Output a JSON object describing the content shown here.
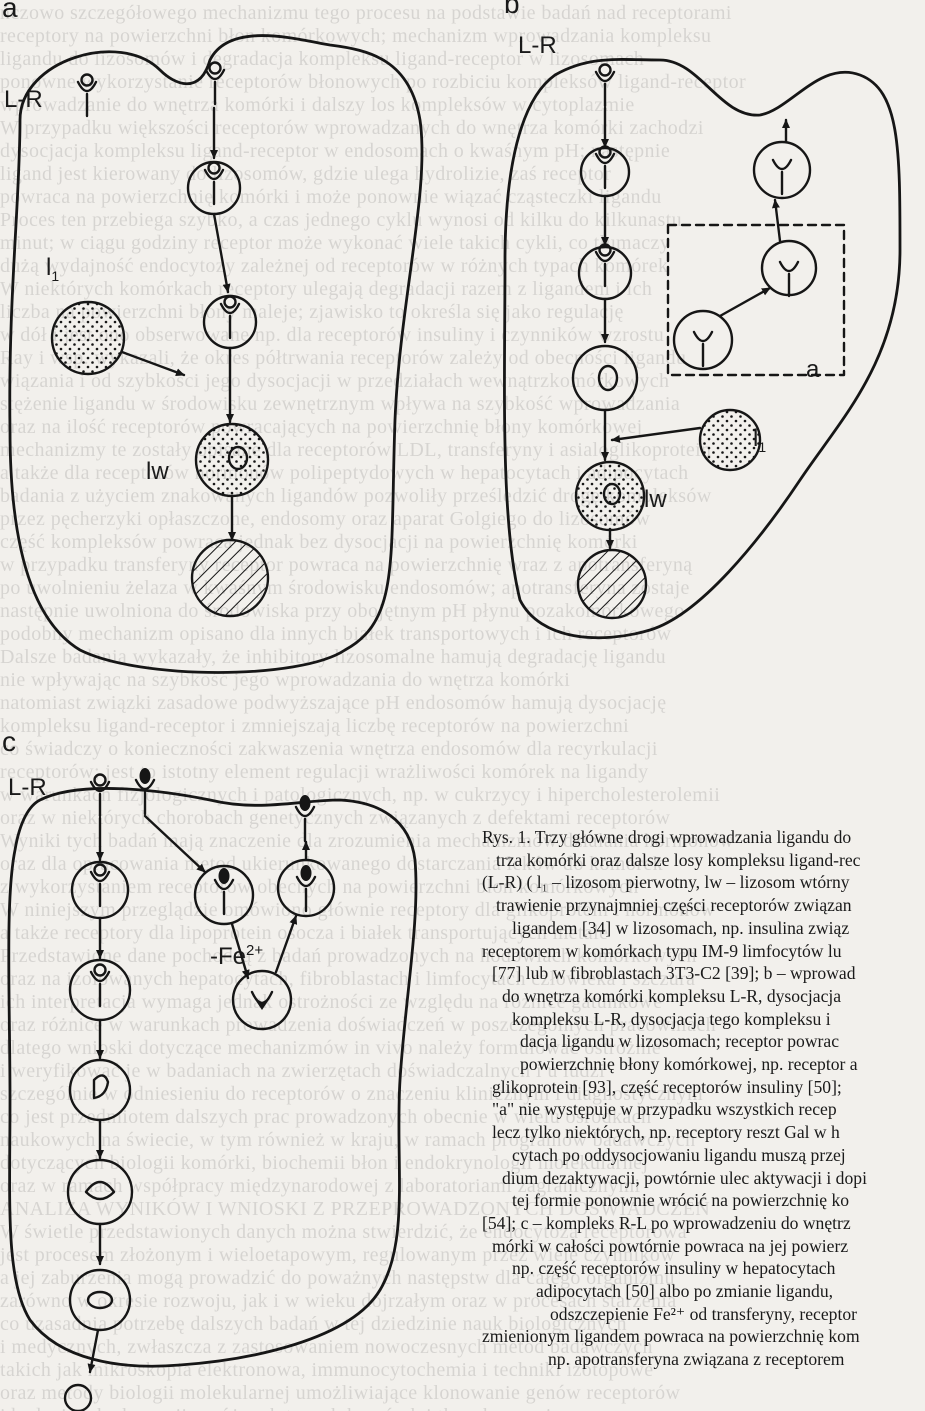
{
  "page": {
    "background_text_lines": [
      "ńczowo szczegółowego mechanizmu tego procesu na podstawie badań nad receptorami",
      "receptory na powierzchni błon komórkowych; mechanizm wprowadzania kompleksu",
      "ligandu do lizosomów i degradacja kompleksu ligand-receptor w lizosomach",
      "ponowne wykorzystanie receptorów błonowych po rozbiciu kompleksów ligand-receptor",
      "wprowadzanie do wnętrza komórki i dalszy los kompleksów w cytoplazmie",
      "W przypadku większości receptorów wprowadzanych do wnętrza komórki zachodzi",
      "dysocjacja kompleksu ligand-receptor w endosomach o kwaśnym pH; następnie",
      "ligand jest kierowany do lizosomów, gdzie ulega hydrolizie, zaś receptor",
      "powraca na powierzchnię komórki i może ponownie wiązać cząsteczki ligandu",
      "Proces ten przebiega szybko, a czas jednego cyklu wynosi od kilku do kilkunastu",
      "minut; w ciągu godziny receptor może wykonać wiele takich cykli, co tłumaczy",
      "dużą wydajność endocytozy zależnej od receptorów w różnych typach komórek",
      "W niektórych komórkach receptory ulegają degradacji razem z ligandem i ich",
      "liczba na powierzchni błony maleje; zjawisko to określa się jako regulację",
      "w dół i jest ono obserwowane np. dla receptorów insuliny i czynników wzrostu",
      "Ray i wsp. wykazali, że okres półtrwania receptorów zależy od obecności ligandu",
      "wiązania i od szybkości jego dysocjacji w przedziałach wewnątrzkomórkowych",
      "stężenie ligandu w środowisku zewnętrznym wpływa na szybkość wprowadzania",
      "oraz na ilość receptorów powracających na powierzchnię błony komórkowej",
      "mechanizmy te zostały opisane dla receptorów LDL, transferyny i asialoglikoprotein",
      "a także dla receptorów hormonów polipeptydowych w hepatocytach i adipocytach",
      "badania z użyciem znakowanych ligandów pozwoliły prześledzić drogę kompleksów",
      "przez pęcherzyki opłaszczone, endosomy oraz aparat Golgiego do lizosomów",
      "część kompleksów powraca jednak bez dysocjacji na powierzchnię komórki",
      "w przypadku transferyny receptor powraca na powierzchnię wraz z apotransferyną",
      "po uwolnieniu żelaza w kwaśnym środowisku endosomów; apotransferyna zostaje",
      "następnie uwolniona do środowiska przy obojętnym pH płynu pozakomórkowego",
      "podobny mechanizm opisano dla innych białek transportowych i ich receptorów",
      "Dalsze badania wykazały, że inhibitory lizosomalne hamują degradację ligandu",
      "nie wpływając na szybkość jego wprowadzania do wnętrza komórki",
      "natomiast związki zasadowe podwyższające pH endosomów hamują dysocjację",
      "kompleksu ligand-receptor i zmniejszają liczbę receptorów na powierzchni",
      "co świadczy o konieczności zakwaszenia wnętrza endosomów dla recyrkulacji",
      "receptorów; jest to istotny element regulacji wrażliwości komórek na ligandy",
      "w warunkach fizjologicznych i patologicznych, np. w cukrzycy i hipercholesterolemii",
      "oraz w niektórych chorobach genetycznych związanych z defektami receptorów",
      "Wyniki tych badań mają znaczenie dla zrozumienia mechanizmów działania hormonów",
      "oraz dla opracowania metod ukierunkowanego dostarczania leków do komórek",
      "z wykorzystaniem receptorów obecnych na powierzchni błon komórkowych",
      "W niniejszym przeglądzie omówiono głównie receptory dla glikoprotein i hormonów",
      "a także receptory dla lipoprotein osocza i białek transportujących metale",
      "Przedstawione dane pochodzą z badań prowadzonych na hodowlach komórkowych",
      "oraz na izolowanych hepatocytach, fibroblastach i limfocytach człowieka i szczura",
      "ich interpretacja wymaga jednak ostrożności ze względu na różnice gatunkowe",
      "oraz różnice w warunkach prowadzenia doświadczeń w poszczególnych pracowniach",
      "dlatego wnioski dotyczące mechanizmów in vivo należy formułować ostrożnie",
      "i weryfikować je w badaniach na zwierzętach doświadczalnych i u ludzi",
      "szczególnie w odniesieniu do receptorów o znaczeniu klinicznym i diagnostycznym",
      "co jest przedmiotem dalszych prac prowadzonych obecnie w wielu ośrodkach",
      "naukowych na świecie, w tym również w kraju, w ramach programów badawczych",
      "dotyczących biologii komórki, biochemii błon i endokrynologii molekularnej",
      "oraz w ramach współpracy międzynarodowej z laboratoriami zagranicznymi",
      "ANALIZA WYNIKÓW I WNIOSKI Z PRZEPROWADZONYCH DOŚWIADCZEŃ",
      "W świetle przedstawionych danych można stwierdzić, że endocytoza receptorowa",
      "jest procesem złożonym i wieloetapowym, regulowanym przez wiele czynników",
      "a jej zaburzenia mogą prowadzić do poważnych następstw dla całego organizmu",
      "zarówno w okresie rozwoju, jak i w wieku dojrzałym oraz w procesach starzenia",
      "co uzasadnia potrzebę dalszych badań w tej dziedzinie nauk biologicznych",
      "i medycznych, zwłaszcza z zastosowaniem nowoczesnych metod badawczych",
      "takich jak mikroskopia elektronowa, immunocytochemia i techniki izotopowe",
      "oraz metody biologii molekularnej umożliwiające klonowanie genów receptorów",
      "i badanie ich ekspresji w różnych typach komórek i tkanek organizmu"
    ]
  },
  "diagram": {
    "panels": {
      "a": {
        "label": "a"
      },
      "b": {
        "label": "b"
      },
      "c": {
        "label": "c"
      }
    },
    "labels": {
      "a_lr": "L-R",
      "a_l1_main": "l",
      "a_l1_sub": "1",
      "a_lw": "lw",
      "b_lr": "L-R",
      "b_a": "a",
      "b_l1_main": "l",
      "b_l1_sub": "1",
      "b_lw": "lw",
      "c_lr": "L-R",
      "c_fe": "-Fe",
      "c_fe_sup": "2+"
    }
  },
  "caption": {
    "lines": [
      "Rys. 1. Trzy główne drogi wprowadzania ligandu do",
      "trza komórki oraz dalsze losy kompleksu ligand-rec",
      "(L-R) ( l₁ – lizosom pierwotny, lw – lizosom wtórny",
      "trawienie przynajmniej części receptorów związan",
      "ligandem [34] w lizosomach, np. insulina związ",
      "receptorem w komórkach typu IM-9 limfocytów lu",
      "[77] lub w fibroblastach 3T3-C2 [39]; b – wprowad",
      "do wnętrza komórki kompleksu L-R, dysocjacja",
      "kompleksu L-R, dysocjacja tego kompleksu i",
      "dacja ligandu w lizosomach; receptor powrac",
      "powierzchnię błony komórkowej, np. receptor a",
      "glikoprotein [93], część receptorów insuliny [50];",
      "\"a\" nie występuje w przypadku wszystkich recep",
      "lecz tylko niektórych, np. receptory reszt Gal w h",
      "cytach po oddysocjowaniu ligandu muszą przej",
      "dium dezaktywacji, powtórnie ulec aktywacji i dopi",
      "tej formie ponownie wrócić na powierzchnię ko",
      "[54]; c – kompleks R-L po wprowadzeniu do wnętrz",
      "mórki w całości powtórnie powraca na jej powierz",
      "np. część receptorów insuliny w hepatocytach",
      "adipocytach [50] albo po zmianie ligandu,",
      "odszczepienie Fe²⁺ od transferyny, receptor",
      "zmienionym ligandem powraca na powierzchnię kom",
      "np. apotransferyna związana z receptorem"
    ]
  }
}
